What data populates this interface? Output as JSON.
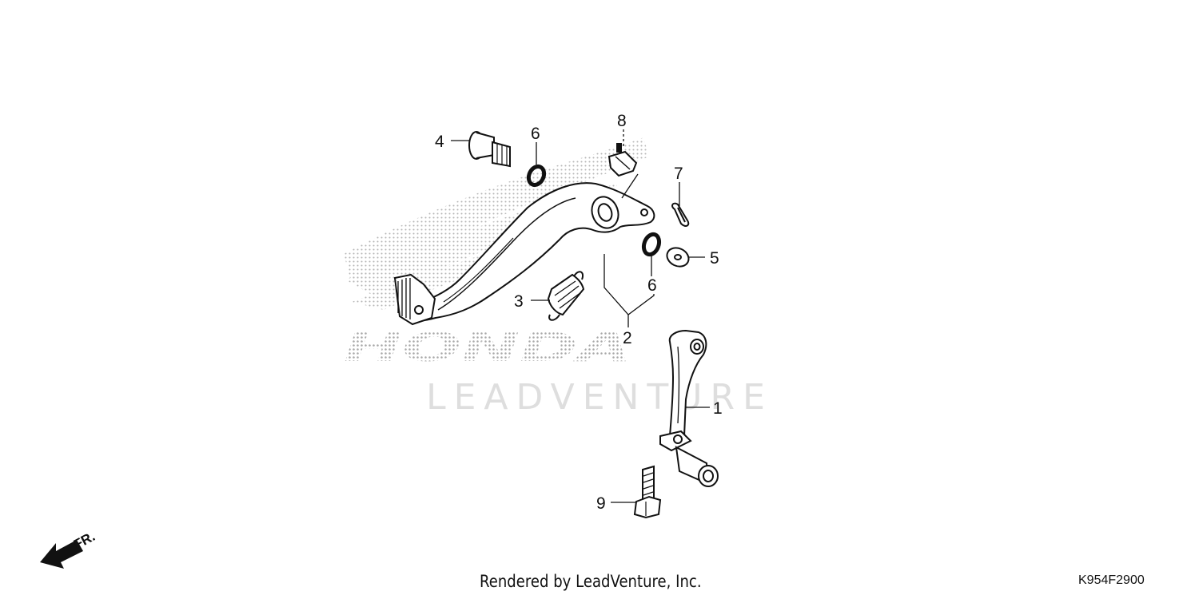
{
  "watermark": {
    "brand_logo": "HONDA",
    "brand_text": "LEADVENTURE"
  },
  "callouts": {
    "c1": "1",
    "c2": "2",
    "c3": "3",
    "c4": "4",
    "c5": "5",
    "c6a": "6",
    "c6b": "6",
    "c7": "7",
    "c8": "8",
    "c9": "9"
  },
  "orientation": {
    "label": "FR.",
    "icon": "front-direction-arrow-icon"
  },
  "footer": {
    "credit": "Rendered by LeadVenture, Inc.",
    "diagram_code": "K954F2900"
  },
  "colors": {
    "ink": "#111111",
    "watermark": "#dddddd",
    "stipple": "#bdbdbd"
  }
}
